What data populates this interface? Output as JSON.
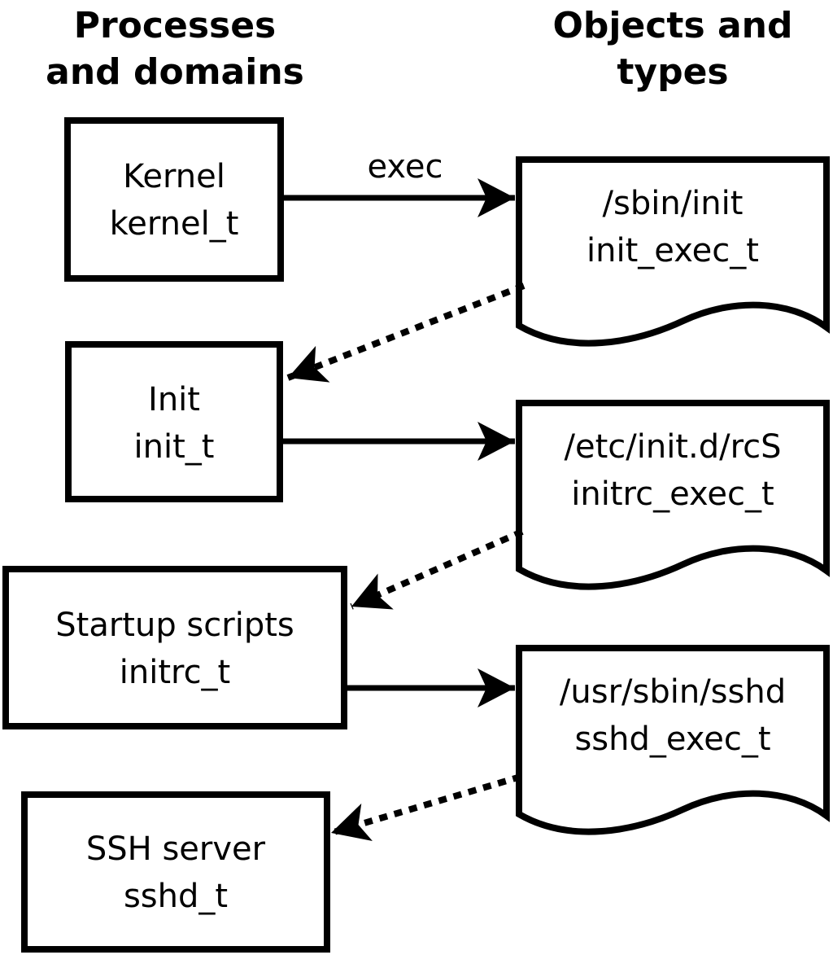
{
  "headers": {
    "left": {
      "line1": "Processes",
      "line2": "and domains"
    },
    "right": {
      "line1": "Objects and",
      "line2": "types"
    }
  },
  "processes": [
    {
      "name": "Kernel",
      "domain": "kernel_t"
    },
    {
      "name": "Init",
      "domain": "init_t"
    },
    {
      "name": "Startup scripts",
      "domain": "initrc_t"
    },
    {
      "name": "SSH server",
      "domain": "sshd_t"
    }
  ],
  "objects": [
    {
      "path": "/sbin/init",
      "type": "init_exec_t"
    },
    {
      "path": "/etc/init.d/rcS",
      "type": "initrc_exec_t"
    },
    {
      "path": "/usr/sbin/sshd",
      "type": "sshd_exec_t"
    }
  ],
  "arrows": {
    "exec_label": "exec",
    "exec_arrows": [
      {
        "from": "kernel_t",
        "to": "init_exec_t",
        "style": "solid",
        "label": "exec"
      },
      {
        "from": "init_t",
        "to": "initrc_exec_t",
        "style": "solid",
        "label": ""
      },
      {
        "from": "initrc_t",
        "to": "sshd_exec_t",
        "style": "solid",
        "label": ""
      }
    ],
    "domain_transitions": [
      {
        "from": "init_exec_t",
        "to": "init_t",
        "style": "dotted"
      },
      {
        "from": "initrc_exec_t",
        "to": "initrc_t",
        "style": "dotted"
      },
      {
        "from": "sshd_exec_t",
        "to": "sshd_t",
        "style": "dotted"
      }
    ]
  },
  "colors": {
    "ink": "#000000",
    "background": "#ffffff"
  }
}
